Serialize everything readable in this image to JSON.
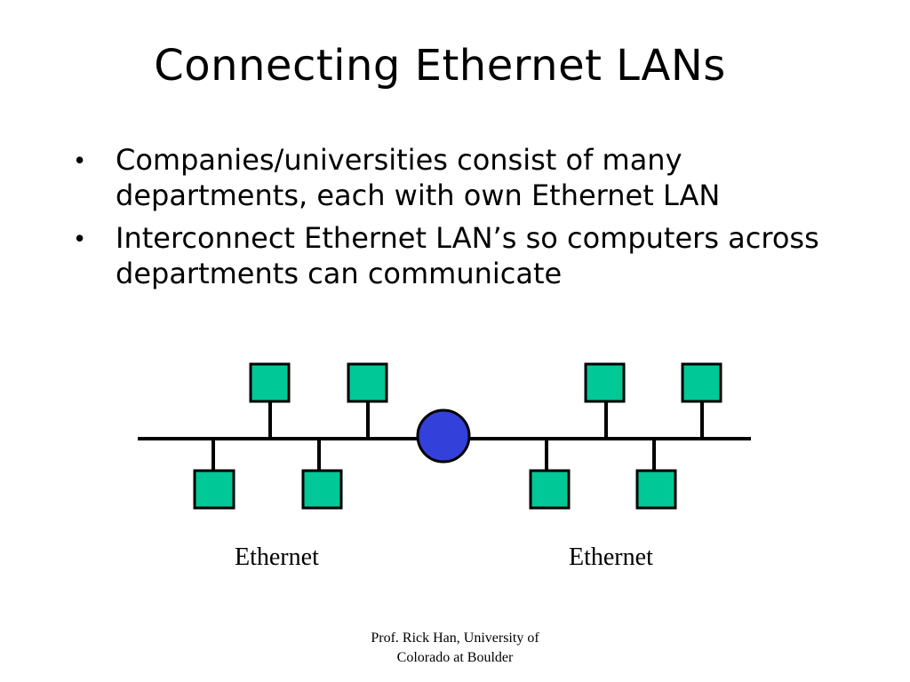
{
  "slide": {
    "title": "Connecting Ethernet LANs",
    "bullets": [
      {
        "marker": "•",
        "text": "Companies/universities consist of many departments, each with own Ethernet LAN"
      },
      {
        "marker": "•",
        "text": "Interconnect Ethernet LAN’s so computers across departments can communicate"
      }
    ],
    "diagram": {
      "left_label": "Ethernet",
      "right_label": "Ethernet",
      "colors": {
        "host": "#00c896",
        "bridge": "#3340d9",
        "line": "#000000"
      }
    },
    "footer": {
      "line1": "Prof. Rick Han, University of",
      "line2": "Colorado at Boulder"
    }
  }
}
